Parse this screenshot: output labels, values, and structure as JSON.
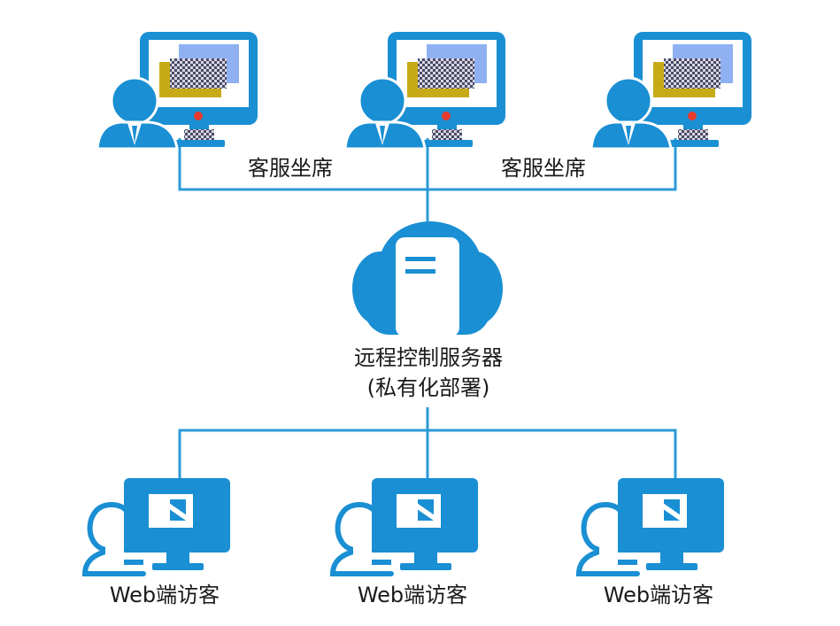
{
  "labels": {
    "agent_left": "客服坐席",
    "agent_right": "客服坐席",
    "server_line1": "远程控制服务器",
    "server_line2": "(私有化部署)",
    "visitor_1": "Web端访客",
    "visitor_2": "Web端访客",
    "visitor_3": "Web端访客"
  },
  "colors": {
    "primary": "#1a8fd3",
    "line": "#2b9bd7",
    "screen_blue": "#8fb1f2",
    "screen_yellow": "#c8aa19",
    "indicator": "#e83a2e"
  }
}
